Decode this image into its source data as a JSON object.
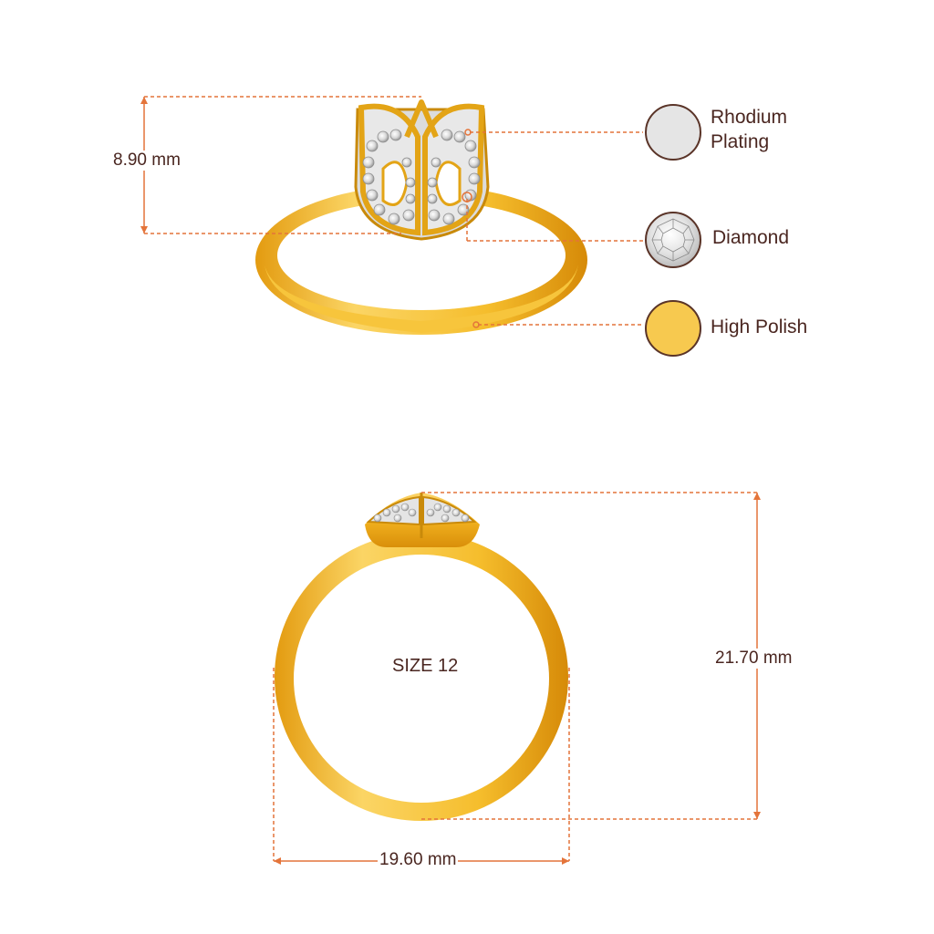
{
  "dimensions": {
    "height_top": "8.90 mm",
    "height_side": "21.70 mm",
    "width": "19.60 mm"
  },
  "size_label": "SIZE 12",
  "legend": [
    {
      "line1": "Rhodium",
      "line2": "Plating",
      "swatch_color": "#e5e5e5",
      "icon": "rhodium-swatch-icon"
    },
    {
      "line1": "Diamond",
      "line2": "",
      "swatch_color": "#f4f4f4",
      "icon": "diamond-swatch-icon"
    },
    {
      "line1": "High Polish",
      "line2": "",
      "swatch_color": "#f7c94f",
      "icon": "gold-swatch-icon"
    }
  ],
  "colors": {
    "dimension_line": "#e4743a",
    "text": "#4a2620",
    "gold": "#f2b21f",
    "gold_dark": "#d98f0a",
    "gold_light": "#fbd565"
  }
}
